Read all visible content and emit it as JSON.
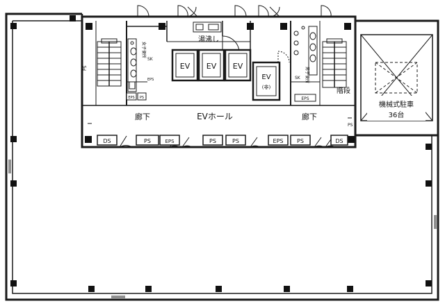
{
  "core": {
    "yutoshitsu": "湯沸し",
    "ev_hall": "EVホール",
    "rouka_left": "廊下",
    "rouka_right": "廊下",
    "kaidan": "階段",
    "parking_line1": "機械式駐車",
    "parking_line2": "36台"
  },
  "elevators": [
    {
      "label": "EV",
      "sub": ""
    },
    {
      "label": "EV",
      "sub": ""
    },
    {
      "label": "EV",
      "sub": ""
    },
    {
      "label": "EV",
      "sub": "(非)"
    }
  ],
  "shafts": {
    "ds_left": "DS",
    "ps1": "PS",
    "eps1": "EPS",
    "ps2": "PS",
    "ps3": "PS",
    "eps2": "EPS",
    "ps4": "PS",
    "ds_right": "DS",
    "ps_small_left": "PS",
    "eps_small_left": "EPS",
    "eps_small_right": "EPS",
    "ps_side_left": "PS",
    "ps_side_right": "PS",
    "sk_left": "SK",
    "sk_right": "SK"
  },
  "toilets": {
    "left_tag": "女子便所",
    "right_tag": "男子便所"
  }
}
